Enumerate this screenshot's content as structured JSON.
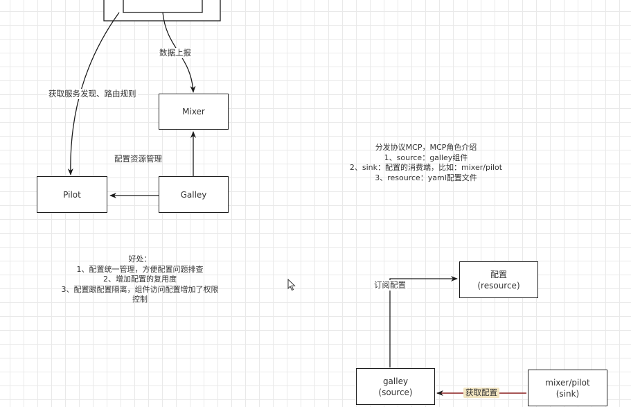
{
  "diagram": {
    "nodes": {
      "mixer": "Mixer",
      "pilot": "Pilot",
      "galley": "Galley",
      "config_title": "配置",
      "config_sub": "(resource)",
      "galley2_title": "galley",
      "galley2_sub": "(source)",
      "mixer_pilot_title": "mixer/pilot",
      "mixer_pilot_sub": "(sink)"
    },
    "edge_labels": {
      "report": "数据上报",
      "discovery": "获取服务发现、路由规则",
      "config_mgmt": "配置资源管理",
      "subscribe": "订阅配置",
      "fetch": "获取配置"
    },
    "notes": {
      "mcp": [
        "分发协议MCP，MCP角色介绍",
        "1、source：galley组件",
        "2、sink：配置的消费端，比如：mixer/pilot",
        "3、resource：yaml配置文件"
      ],
      "benefits": [
        "好处：",
        "1、配置统一管理，方便配置问题排查",
        "2、增加配置的复用度",
        "3、配置跟配置隔离，组件访问配置增加了权限",
        "控制"
      ]
    }
  }
}
